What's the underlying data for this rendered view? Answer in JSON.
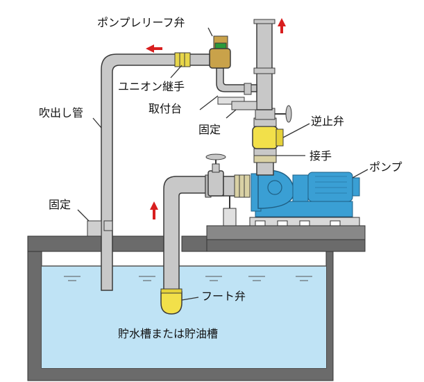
{
  "labels": {
    "pump_relief_valve": "ポンプレリーフ弁",
    "union_joint": "ユニオン継手",
    "mounting_base": "取付台",
    "fixed_top": "固定",
    "discharge_pipe": "吹出し管",
    "fixed_left": "固定",
    "check_valve": "逆止弁",
    "joint": "接手",
    "pump": "ポンプ",
    "foot_valve": "フート弁",
    "tank": "貯水槽または貯油槽"
  },
  "colors": {
    "pipe": "#c8c8c8",
    "pipe_outline": "#3a3a3a",
    "water": "#bfe3f5",
    "tank_wall": "#6b6b6b",
    "pump": "#3a9fd4",
    "valve_yellow": "#f2e04a",
    "relief_bronze": "#c9a24a",
    "arrow_red": "#d81e1e"
  },
  "icons": {
    "flow_arrow": "red-arrow-icon"
  }
}
